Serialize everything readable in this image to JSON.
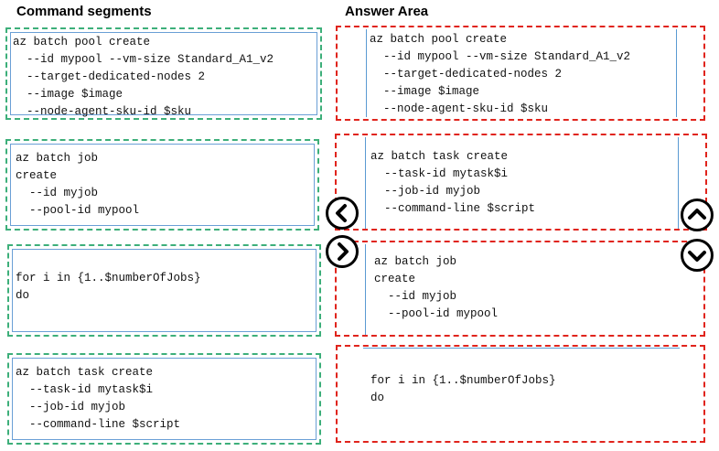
{
  "headings": {
    "left": "Command segments",
    "right": "Answer Area"
  },
  "segments": [
    {
      "text": "az batch pool create\n  --id mypool --vm-size Standard_A1_v2\n  --target-dedicated-nodes 2\n  --image $image\n  --node-agent-sku-id $sku"
    },
    {
      "text": "az batch job\ncreate\n  --id myjob\n  --pool-id mypool"
    },
    {
      "text": "for i in {1..$numberOfJobs}\ndo"
    },
    {
      "text": "az batch task create\n  --task-id mytask$i\n  --job-id myjob\n  --command-line $script"
    }
  ],
  "answers": [
    {
      "text": "az batch pool create\n  --id mypool --vm-size Standard_A1_v2\n  --target-dedicated-nodes 2\n  --image $image\n  --node-agent-sku-id $sku"
    },
    {
      "text": "az batch task create\n  --task-id mytask$i\n  --job-id myjob\n  --command-line $script"
    },
    {
      "text": "az batch job\ncreate\n  --id myjob\n  --pool-id mypool"
    },
    {
      "text": "for i in {1..$numberOfJobs}\ndo"
    }
  ],
  "controls": {
    "move_left": "move-left-icon",
    "move_right": "move-right-icon",
    "move_up": "move-up-icon",
    "move_down": "move-down-icon"
  }
}
